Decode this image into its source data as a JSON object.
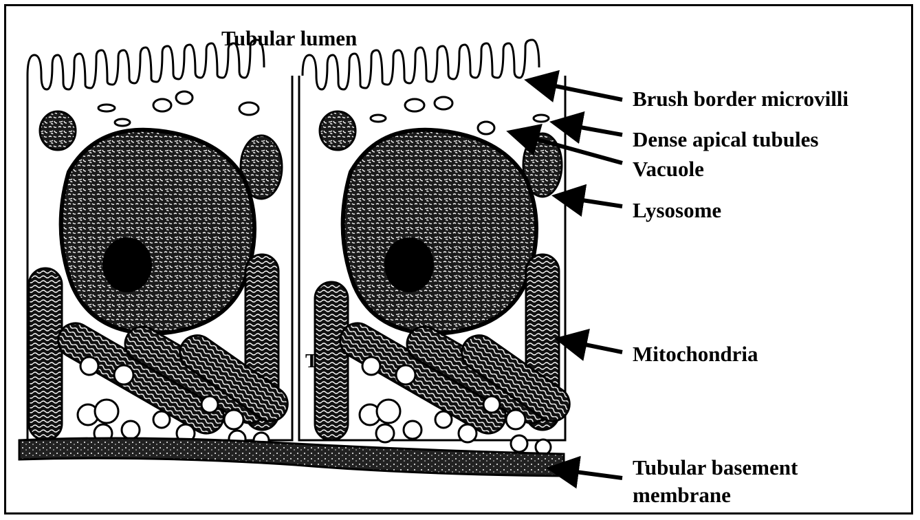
{
  "title": "Tubular lumen",
  "labels": {
    "brush_border": "Brush border microvilli",
    "dense_apical": "Dense apical tubules",
    "vacuole": "Vacuole",
    "lysosome": "Lysosome",
    "mitochondria": "Mitochondria",
    "basement_line1": "Tubular basement",
    "basement_line2": "membrane",
    "stray_mark": "T"
  },
  "colors": {
    "ink": "#000000",
    "paper": "#ffffff",
    "nucleus_fill": "#2a2a2a"
  }
}
